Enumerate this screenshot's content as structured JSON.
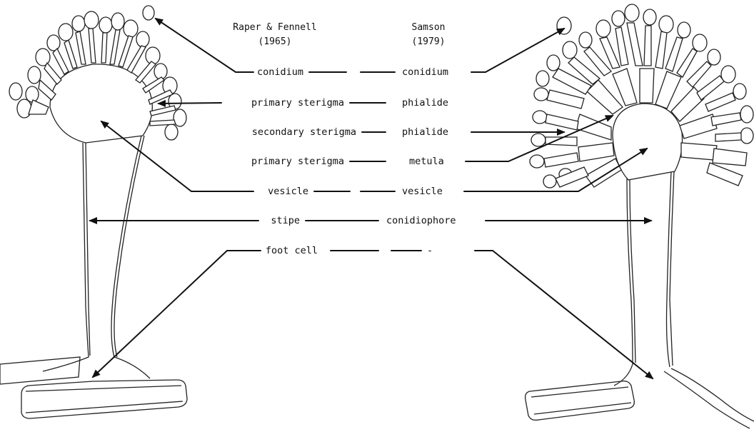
{
  "headers": {
    "raper_title": "Raper & Fennell",
    "raper_year": "(1965)",
    "samson_title": "Samson",
    "samson_year": "(1979)"
  },
  "rows": [
    {
      "left": "conidium",
      "right": "conidium"
    },
    {
      "left": "primary sterigma",
      "right": "phialide"
    },
    {
      "left": "secondary sterigma",
      "right": "phialide"
    },
    {
      "left": "primary sterigma",
      "right": "metula"
    },
    {
      "left": "vesicle",
      "right": "vesicle"
    },
    {
      "left": "stipe",
      "right": "conidiophore"
    },
    {
      "left": "foot cell",
      "right": "-"
    }
  ],
  "colors": {
    "ink": "#111111",
    "paper": "#ffffff"
  }
}
